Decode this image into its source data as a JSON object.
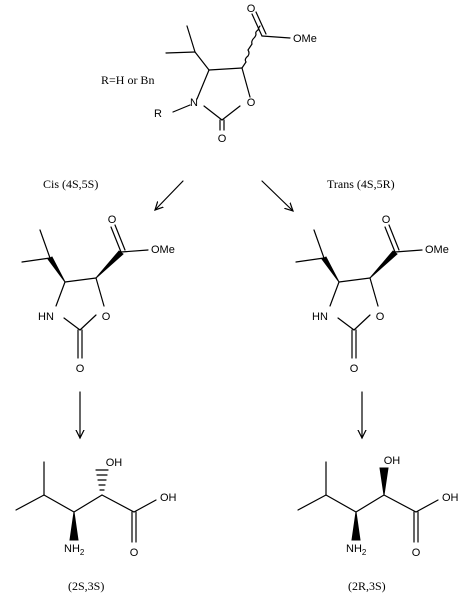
{
  "scheme": {
    "start": {
      "r_note": "R=H or Bn",
      "labels": {
        "r": "R",
        "n": "N",
        "o_ring": "O",
        "o_carbonyl": "O",
        "ome": "OMe"
      }
    },
    "cis": {
      "title": "Cis (4S,5S)",
      "labels": {
        "nh": "HN",
        "o_ring": "O",
        "o_carbonyl": "O",
        "o_ester": "O",
        "ome": "OMe"
      }
    },
    "trans": {
      "title": "Trans (4S,5R)",
      "labels": {
        "nh": "HN",
        "o_ring": "O",
        "o_carbonyl": "O",
        "o_ester": "O",
        "ome": "OMe"
      }
    },
    "product_left": {
      "stereo": "(2S,3S)",
      "labels": {
        "oh": "OH",
        "cooh_oh": "OH",
        "cooh_o": "O",
        "nh2": "NH",
        "nh2_sub": "2"
      }
    },
    "product_right": {
      "stereo": "(2R,3S)",
      "labels": {
        "oh": "OH",
        "cooh_oh": "OH",
        "cooh_o": "O",
        "nh2": "NH",
        "nh2_sub": "2"
      }
    }
  }
}
